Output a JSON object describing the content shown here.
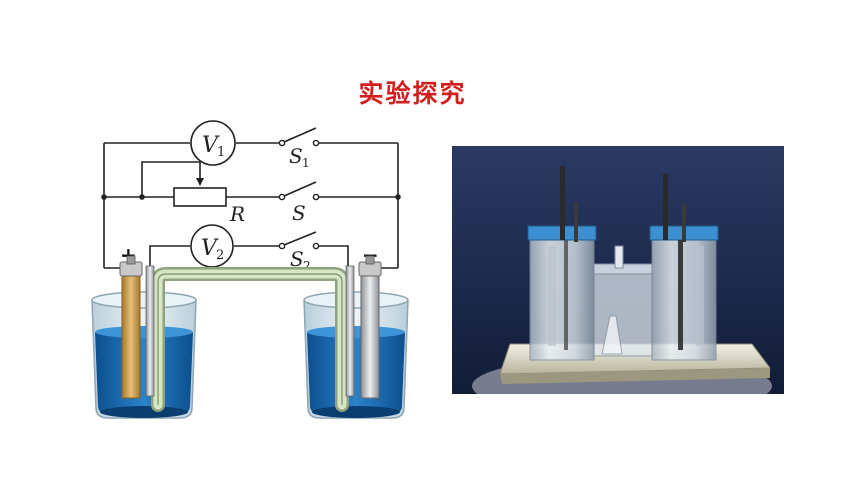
{
  "title": "实验探究",
  "colors": {
    "title": "#d41e1e",
    "liquid": "#1f6fb5",
    "liquid_dark": "#0d4f8f",
    "beaker_glass": "#d8e6ee",
    "salt_bridge": "#c9d8b8",
    "photo_bg": "#1d2a4d",
    "cap_blue": "#3c8fd0",
    "wire": "#222222"
  },
  "circuit": {
    "voltmeter1": {
      "letter": "V",
      "sub": "1"
    },
    "voltmeter2": {
      "letter": "V",
      "sub": "2"
    },
    "switch1": {
      "letter": "S",
      "sub": "1"
    },
    "switch_main": {
      "letter": "S"
    },
    "switch2": {
      "letter": "S",
      "sub": "2"
    },
    "resistor": {
      "letter": "R"
    },
    "positive_sign": "+",
    "negative_sign": "−"
  },
  "icons": {
    "rheostat_arrow": "arrow-down-icon",
    "switch": "switch-icon"
  }
}
